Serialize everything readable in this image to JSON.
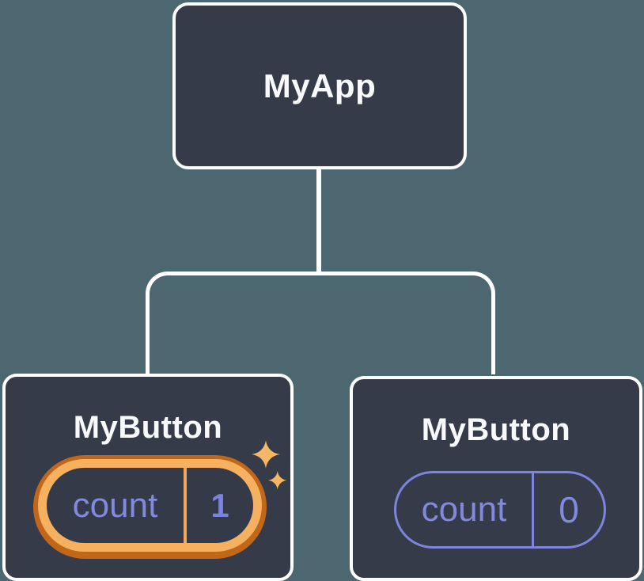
{
  "diagram": {
    "background_color": "#4d6770",
    "node_fill_color": "#353b48",
    "node_border_color": "#ffffff",
    "connector_color": "#ffffff",
    "highlight_amber": "#f6b160",
    "highlight_dark_orange": "#c0671a",
    "state_text_purple": "#8289de",
    "pill_outline_purple": "#7d84de",
    "root": {
      "label": "MyApp"
    },
    "children": [
      {
        "label": "MyButton",
        "state_name": "count",
        "state_value": "1",
        "highlighted": true
      },
      {
        "label": "MyButton",
        "state_name": "count",
        "state_value": "0",
        "highlighted": false
      }
    ]
  }
}
